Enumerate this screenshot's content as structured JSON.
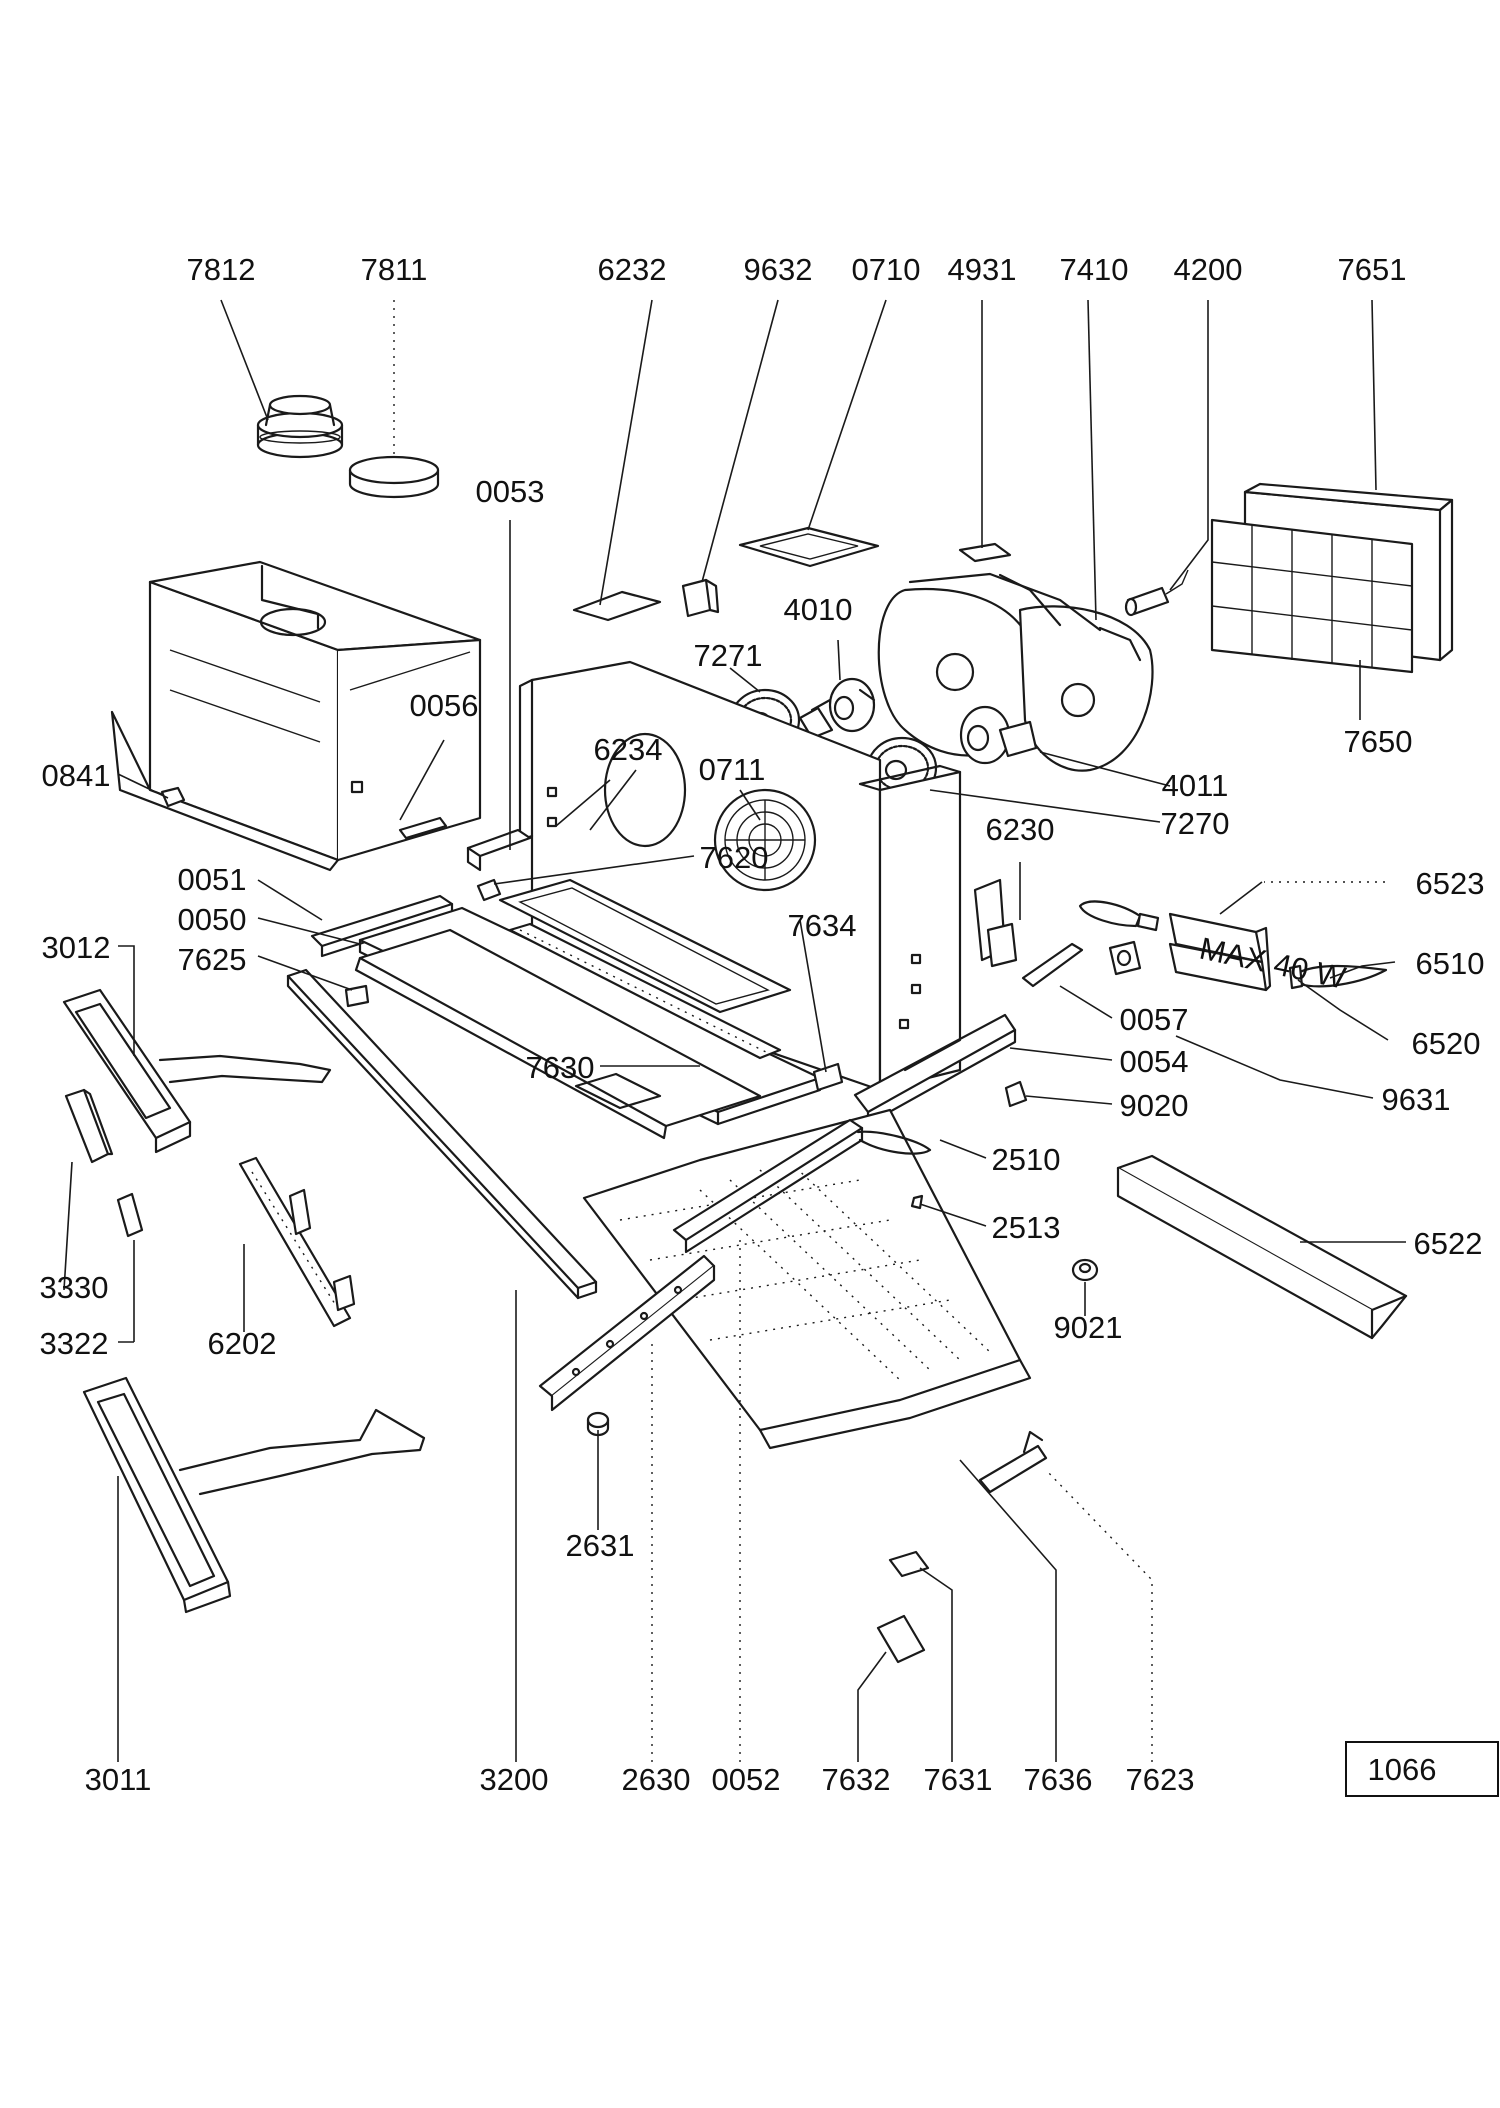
{
  "diagram": {
    "part_labels": {
      "p7812": "7812",
      "p7811": "7811",
      "p6232": "6232",
      "p9632": "9632",
      "p0710": "0710",
      "p4931": "4931",
      "p7410": "7410",
      "p4200": "4200",
      "p7651": "7651",
      "p0053": "0053",
      "p4010": "4010",
      "p7271": "7271",
      "p0056": "0056",
      "p7650": "7650",
      "p6234": "6234",
      "p0711": "0711",
      "p0841": "0841",
      "p4011": "4011",
      "p7270": "7270",
      "p6230": "6230",
      "p7620": "7620",
      "p0051": "0051",
      "p6523": "6523",
      "p0050": "0050",
      "p7634": "7634",
      "p3012": "3012",
      "p7625": "7625",
      "p6510": "6510",
      "p0057": "0057",
      "p6520": "6520",
      "p0054": "0054",
      "p7630": "7630",
      "p9631": "9631",
      "p9020": "9020",
      "p2510": "2510",
      "p2513": "2513",
      "p6522": "6522",
      "p3330": "3330",
      "p9021": "9021",
      "p3322": "3322",
      "p6202": "6202",
      "p2631": "2631",
      "p3011": "3011",
      "p3200": "3200",
      "p2630": "2630",
      "p0052": "0052",
      "p7632": "7632",
      "p7631": "7631",
      "p7636": "7636",
      "p7623": "7623"
    },
    "lamp_marking": "MAX 40 W",
    "page_code": "1066"
  }
}
